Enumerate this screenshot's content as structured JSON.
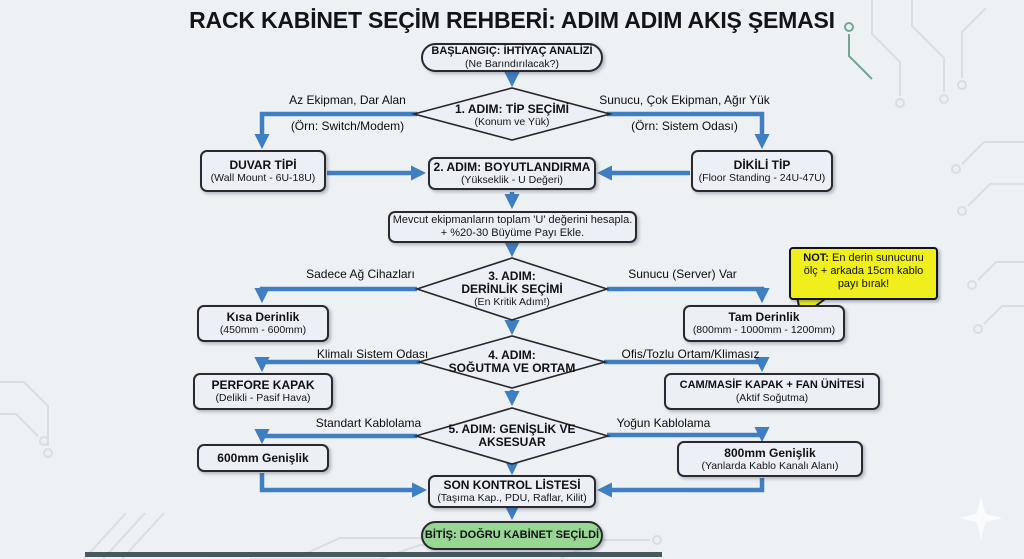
{
  "title": "RACK KABİNET SEÇİM REHBERİ: ADIM ADIM AKIŞ ŞEMASI",
  "colors": {
    "arrow": "#3f7fc1",
    "box_bg": "#ecf0f6",
    "note_bg": "#f0ef1e",
    "end_bg": "#98d693"
  },
  "flowchart": {
    "start": {
      "line1": "BAŞLANGIÇ: İHTİYAÇ ANALİZİ",
      "line2": "(Ne Barındırılacak?)"
    },
    "step1": {
      "line1": "1. ADIM: TİP SEÇİMİ",
      "line2": "(Konum ve Yük)"
    },
    "branch1_left": {
      "line1": "Az Ekipman, Dar Alan",
      "line2": "(Örn: Switch/Modem)"
    },
    "branch1_right": {
      "line1": "Sunucu, Çok Ekipman, Ağır Yük",
      "line2": "(Örn: Sistem Odası)"
    },
    "wall_type": {
      "line1": "DUVAR TİPİ",
      "line2": "(Wall Mount - 6U-18U)"
    },
    "floor_type": {
      "line1": "DİKİLİ TİP",
      "line2": "(Floor Standing - 24U-47U)"
    },
    "step2": {
      "line1": "2. ADIM: BOYUTLANDIRMA",
      "line2": "(Yükseklik - U Değeri)"
    },
    "note_u": {
      "line1": "Mevcut ekipmanların toplam 'U' değerini hesapla.",
      "line2": "+ %20-30 Büyüme Payı Ekle."
    },
    "step3": {
      "line1": "3. ADIM:",
      "line2": "DERİNLİK SEÇİMİ",
      "line3": "(En Kritik Adım!)"
    },
    "branch3_left": "Sadece Ağ Cihazları",
    "branch3_right": "Sunucu (Server) Var",
    "short_depth": {
      "line1": "Kısa Derinlik",
      "line2": "(450mm - 600mm)"
    },
    "full_depth": {
      "line1": "Tam Derinlik",
      "line2": "(800mm - 1000mm - 1200mm)"
    },
    "note_warning": {
      "bold": "NOT:",
      "text": " En derin sunucunu ölç + arkada 15cm kablo payı bırak!"
    },
    "step4": {
      "line1": "4. ADIM:",
      "line2": "SOĞUTMA VE ORTAM"
    },
    "branch4_left": "Klimalı Sistem Odası",
    "branch4_right": "Ofis/Tozlu Ortam/Klimasız",
    "perforated_door": {
      "line1": "PERFORE KAPAK",
      "line2": "(Delikli - Pasif Hava)"
    },
    "glass_door": {
      "line1": "CAM/MASİF KAPAK + FAN ÜNİTESİ",
      "line2": "(Aktif Soğutma)"
    },
    "step5": {
      "line1": "5. ADIM: GENİŞLİK VE",
      "line2": "AKSESUAR"
    },
    "branch5_left": "Standart Kablolama",
    "branch5_right": "Yoğun Kablolama",
    "width_600": {
      "line1": "600mm Genişlik"
    },
    "width_800": {
      "line1": "800mm Genişlik",
      "line2": "(Yanlarda Kablo Kanalı Alanı)"
    },
    "final_check": {
      "line1": "SON KONTROL LİSTESİ",
      "line2": "(Taşıma Kap., PDU, Raflar, Kilit)"
    },
    "end": {
      "line1": "BİTİŞ: DOĞRU KABİNET SEÇİLDİ"
    }
  }
}
